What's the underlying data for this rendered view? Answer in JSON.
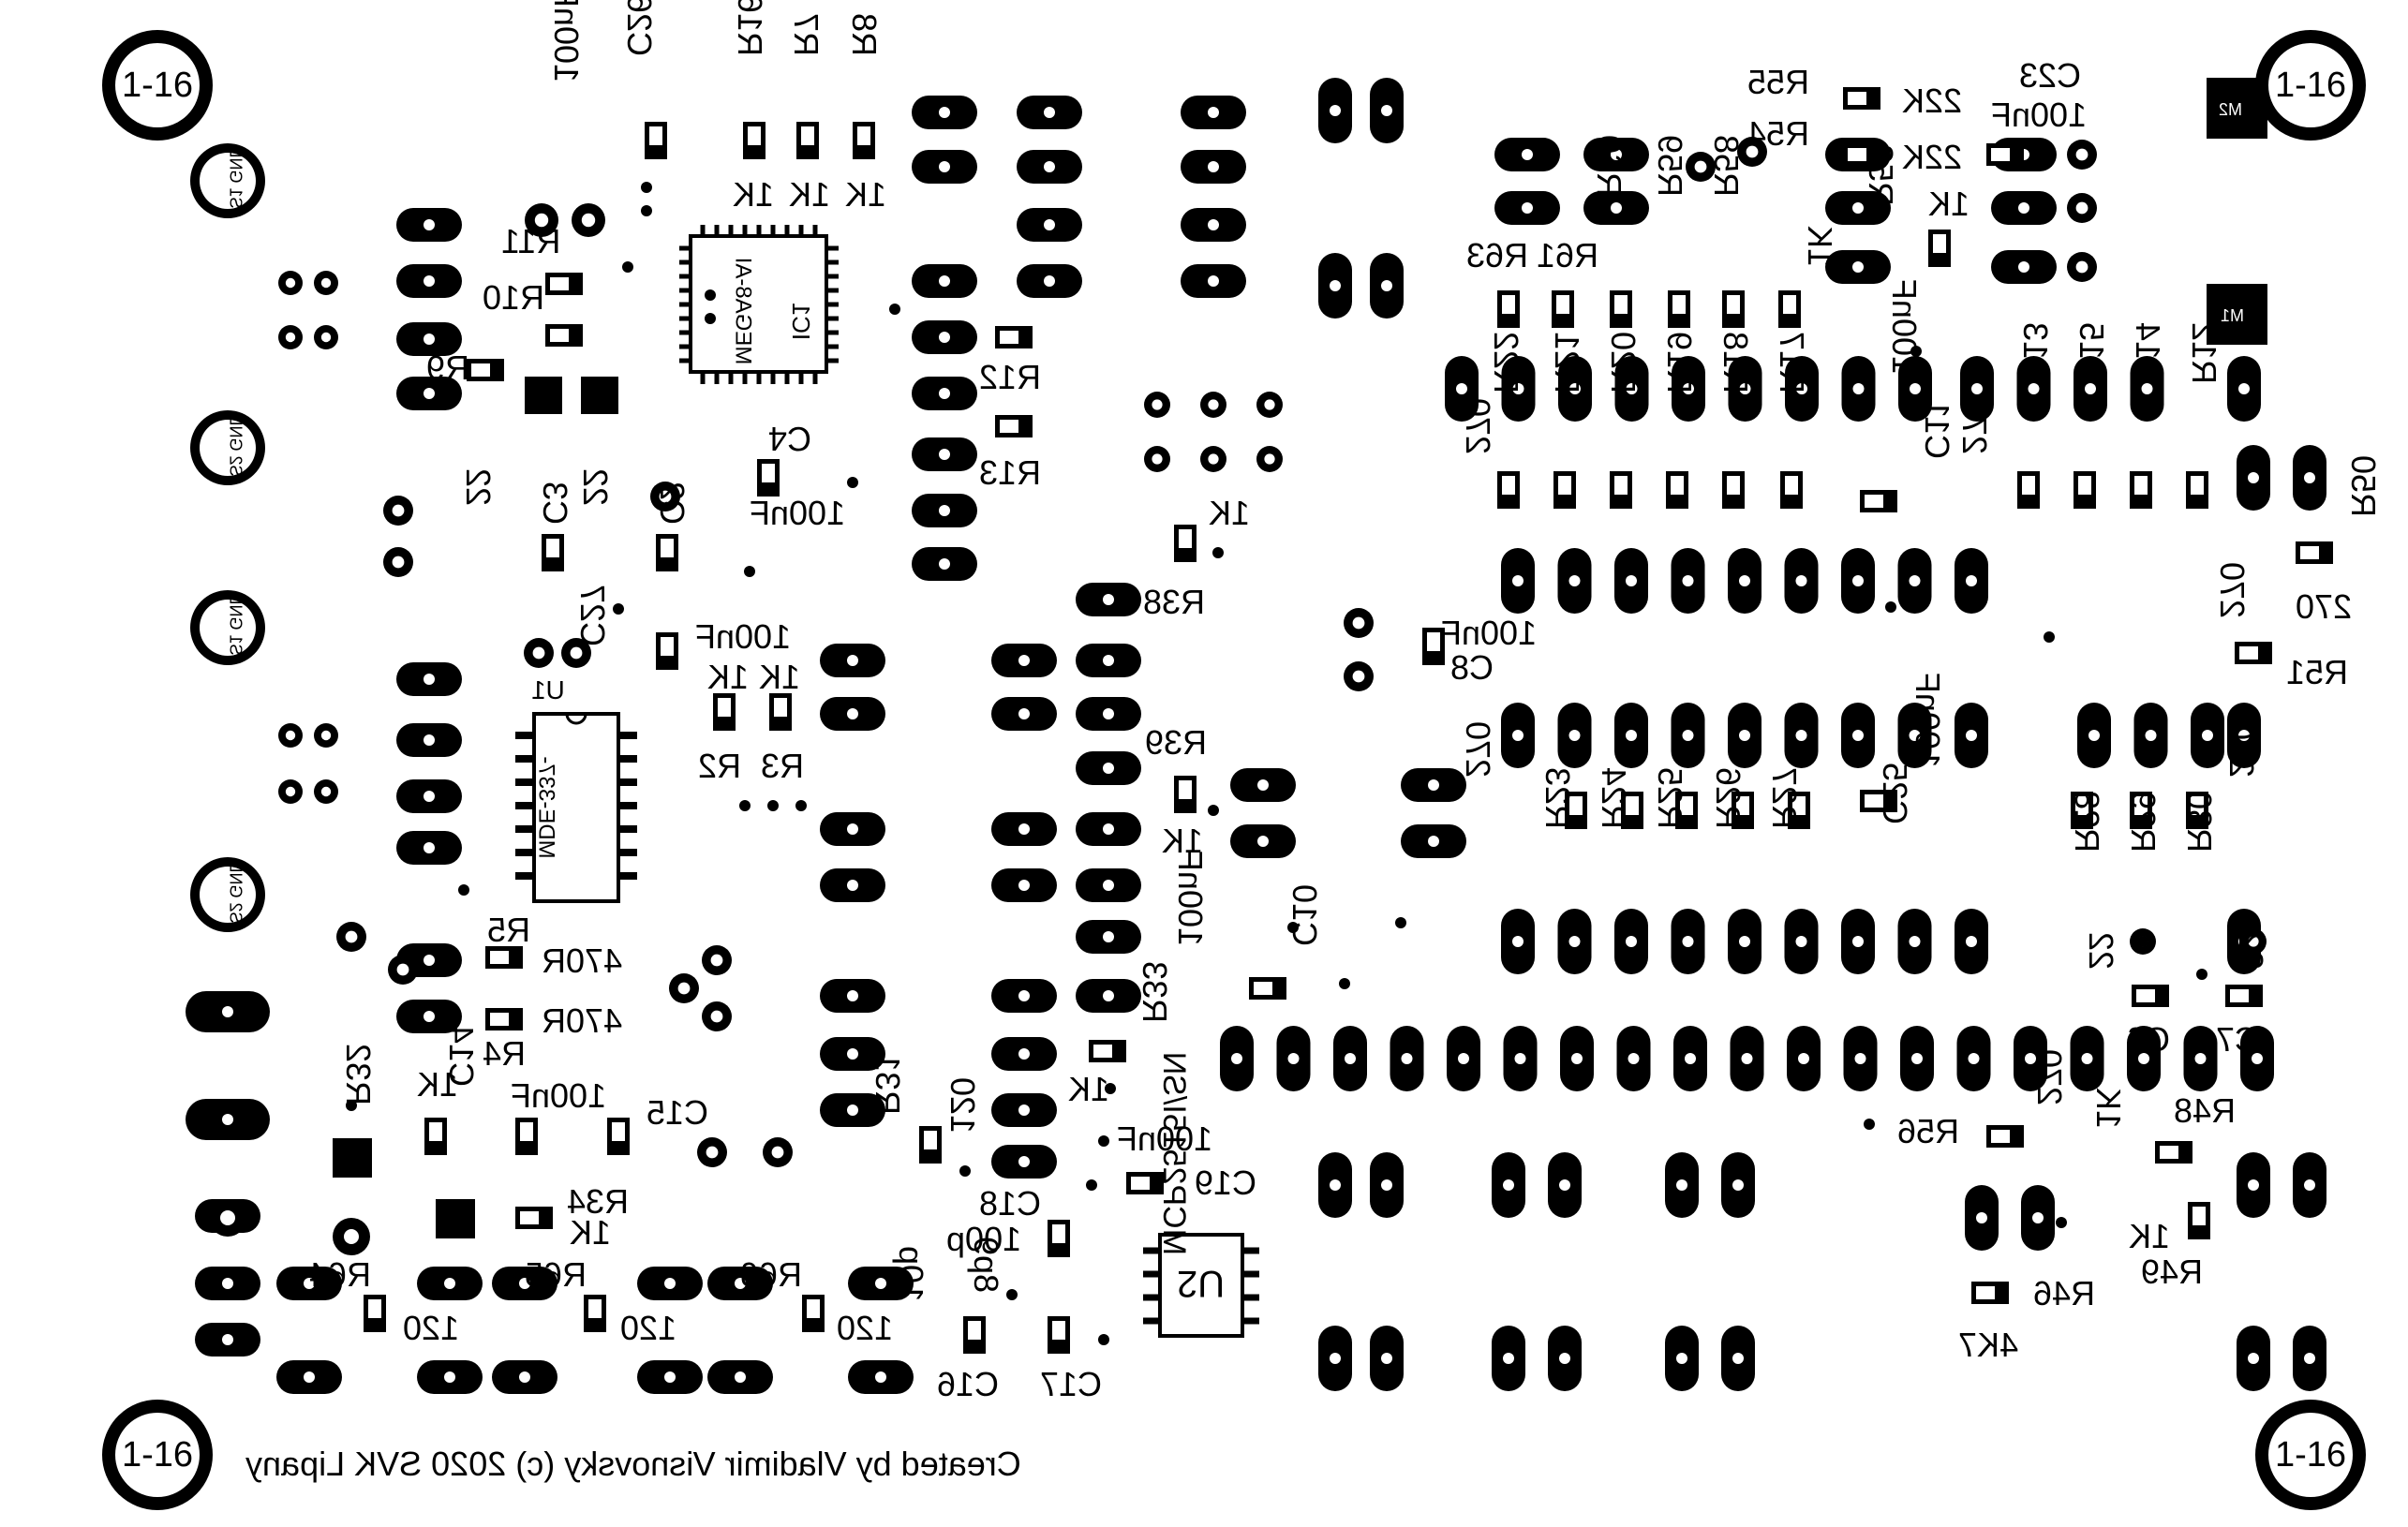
{
  "credit": "Created by Vladimir Visnovsky (c) 2020 SVK Lipany",
  "mounting_label": "1-16",
  "marks": {
    "m1": "M1",
    "m2": "M2"
  },
  "chips": {
    "ic1_ref": "IC1",
    "ic1_part": "MEGA8-AI",
    "u1_ref": "U1",
    "u1_part": "MDE-337-",
    "u2_ref": "U2",
    "u2_part": "MCP2515I/SN"
  },
  "gnd_labels": {
    "s1": "S1 GND",
    "s2": "S2 GND"
  },
  "parts": [
    {
      "ref": "C26",
      "val": "100nF"
    },
    {
      "ref": "R16",
      "val": "1K"
    },
    {
      "ref": "R7",
      "val": "1K"
    },
    {
      "ref": "R8",
      "val": "1K"
    },
    {
      "ref": "R11",
      "val": ""
    },
    {
      "ref": "R10",
      "val": ""
    },
    {
      "ref": "R9",
      "val": ""
    },
    {
      "ref": "C4",
      "val": "100nF"
    },
    {
      "ref": "R12",
      "val": ""
    },
    {
      "ref": "R13",
      "val": ""
    },
    {
      "ref": "C3",
      "val": "22"
    },
    {
      "ref": "C2",
      "val": "22"
    },
    {
      "ref": "C27",
      "val": "100nF"
    },
    {
      "ref": "R2",
      "val": "1K"
    },
    {
      "ref": "R3",
      "val": "1K"
    },
    {
      "ref": "R38",
      "val": "1K"
    },
    {
      "ref": "R39",
      "val": "1K"
    },
    {
      "ref": "C8",
      "val": "100nF"
    },
    {
      "ref": "R5",
      "val": "470R"
    },
    {
      "ref": "R4",
      "val": "470R"
    },
    {
      "ref": "R33",
      "val": "1K"
    },
    {
      "ref": "C10",
      "val": "100nF"
    },
    {
      "ref": "R32",
      "val": "1K"
    },
    {
      "ref": "C14",
      "val": "100nF"
    },
    {
      "ref": "C15",
      "val": ""
    },
    {
      "ref": "R34",
      "val": "1K"
    },
    {
      "ref": "R31",
      "val": "120"
    },
    {
      "ref": "C19",
      "val": "100nF"
    },
    {
      "ref": "C18",
      "val": "100p"
    },
    {
      "ref": "C16",
      "val": "10p"
    },
    {
      "ref": "C17",
      "val": "8p9"
    },
    {
      "ref": "R64",
      "val": "120"
    },
    {
      "ref": "R65",
      "val": "120"
    },
    {
      "ref": "R66",
      "val": "120"
    },
    {
      "ref": "R55",
      "val": "22K"
    },
    {
      "ref": "R54",
      "val": "22K"
    },
    {
      "ref": "C23",
      "val": "100nF"
    },
    {
      "ref": "R53",
      "val": "1K"
    },
    {
      "ref": "R63",
      "val": ""
    },
    {
      "ref": "R61",
      "val": ""
    },
    {
      "ref": "R60",
      "val": ""
    },
    {
      "ref": "R59",
      "val": ""
    },
    {
      "ref": "R58",
      "val": "1K"
    },
    {
      "ref": "C11",
      "val": "100nF"
    },
    {
      "ref": "R50",
      "val": "270"
    },
    {
      "ref": "R51",
      "val": "270"
    },
    {
      "ref": "C25",
      "val": "100nF"
    },
    {
      "ref": "C6",
      "val": "22"
    },
    {
      "ref": "C7",
      "val": "22"
    },
    {
      "ref": "R48",
      "val": "1K"
    },
    {
      "ref": "R56",
      "val": "270"
    },
    {
      "ref": "R49",
      "val": "1K"
    },
    {
      "ref": "R46",
      "val": "4K7"
    }
  ],
  "text": {
    "t_100nf_a": "100nF",
    "t_c26": "C26",
    "t_r16": "R16",
    "t_r7": "R7",
    "t_r8": "R8",
    "t_1k_a": "1K",
    "t_1k_b": "1K",
    "t_1k_c": "1K",
    "t_r11": "R11",
    "t_r10": "R10",
    "t_r9": "R9",
    "t_c4": "C4",
    "t_100nf_b": "100nF",
    "t_r12": "R12",
    "t_r13": "R13",
    "t_22_a": "22",
    "t_c3": "C3",
    "t_22_b": "22",
    "t_c2": "C2",
    "t_c27": "C27",
    "t_100nf_c": "100nF",
    "t_1k_d": "1K",
    "t_1k_e": "1K",
    "t_r2": "R2",
    "t_r3": "R3",
    "t_1k_f": "1K",
    "t_r38": "R38",
    "t_100nf_d": "100nF",
    "t_c8": "C8",
    "t_r39": "R39",
    "t_1k_g": "1K",
    "t_r5": "R5",
    "t_470r_a": "470R",
    "t_470r_b": "470R",
    "t_r4": "R4",
    "t_1k_h": "1K",
    "t_r32": "R32",
    "t_c14": "C14",
    "t_100nf_e": "100nF",
    "t_c15": "C15",
    "t_r34": "R34",
    "t_1k_i": "1K",
    "t_100nf_f": "100nF",
    "t_c10": "C10",
    "t_r33": "R33",
    "t_1k_j": "1K",
    "t_r31": "R31",
    "t_120_a": "120",
    "t_100nf_g": "100nF",
    "t_c19": "C19",
    "t_c18": "C18",
    "t_100p": "100p",
    "t_r64": "R64",
    "t_r65": "R65",
    "t_r66": "R66",
    "t_120_b": "120",
    "t_120_c": "120",
    "t_120_d": "120",
    "t_10p": "10p",
    "t_c16": "C16",
    "t_8p9": "8p9",
    "t_c17": "C17",
    "t_r55": "R55",
    "t_22k_a": "22K",
    "t_r54": "R54",
    "t_22k_b": "22K",
    "t_c23": "C23",
    "t_100nf_h": "100nF",
    "t_1k_k": "1K",
    "t_r53": "R53",
    "t_r63": "R63",
    "t_r61": "R61",
    "t_r60": "R60",
    "t_r59": "R59",
    "t_r58": "R58",
    "t_1k_l": "1K",
    "t_r22": "R22",
    "t_r21": "R21",
    "t_r20": "R20",
    "t_r19": "R19",
    "t_r18": "R18",
    "t_r17": "R17",
    "t_270_a": "270",
    "t_100nf_i": "100nF",
    "t_c11": "C11",
    "t_270_b": "270",
    "t_r13b": "R13",
    "t_r15": "R15",
    "t_r14": "R14",
    "t_r12b": "R12",
    "t_r50": "R50",
    "t_270_c": "270",
    "t_270_d": "270",
    "t_r51": "R51",
    "t_270_e": "270",
    "t_r23": "R23",
    "t_r24": "R24",
    "t_r25": "R25",
    "t_r26": "R26",
    "t_r27": "R27",
    "t_c25": "C25",
    "t_100nf_j": "100nF",
    "t_r28": "R28",
    "t_r29": "R29",
    "t_r30": "R30",
    "t_270_f": "270",
    "t_22_c": "22",
    "t_c6": "C6",
    "t_22_d": "22",
    "t_c7": "C7",
    "t_r48": "R48",
    "t_1k_m": "1K",
    "t_r56": "R56",
    "t_270_g": "270",
    "t_1k_n": "1K",
    "t_r49": "R49",
    "t_r46": "R46",
    "t_4k7": "4K7"
  }
}
